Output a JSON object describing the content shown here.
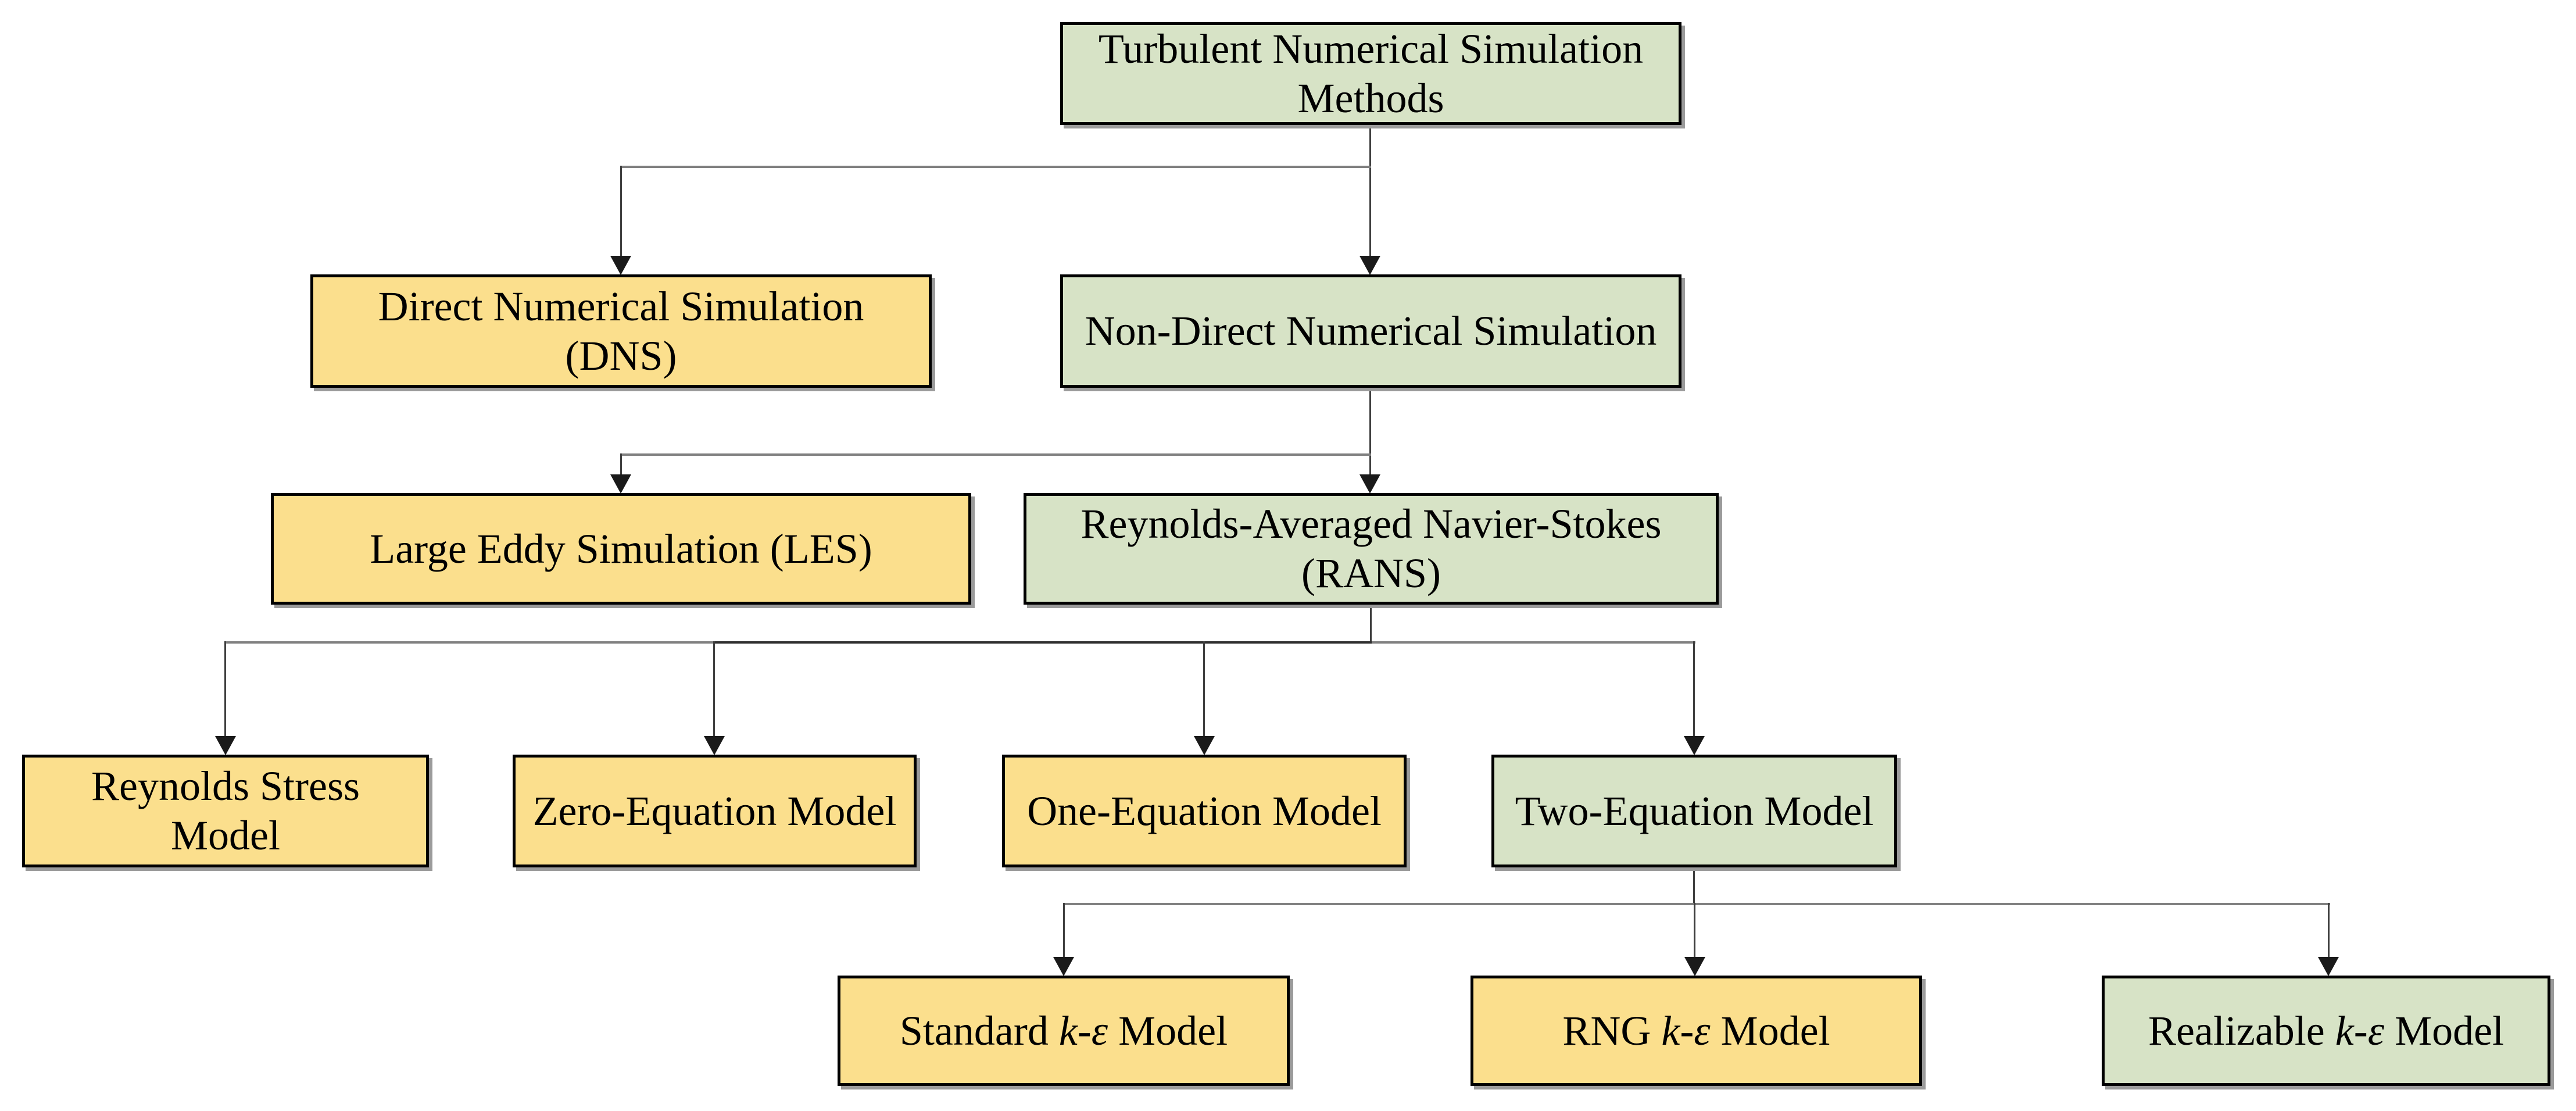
{
  "diagram": {
    "title": "Turbulent Numerical Simulation Methods flowchart",
    "palette": {
      "background": "#ffffff",
      "yellow": "#fbdf8d",
      "green": "#d7e3c6",
      "border": "#000000",
      "text": "#000000",
      "arrow": "#1a1a1a",
      "line_vertical": "#3f3f3f",
      "line_horizontal": "#808080",
      "line_overlap": "#2f2f2f"
    },
    "nodes": {
      "root": {
        "lines": [
          "Turbulent Numerical Simulation",
          "Methods"
        ],
        "color": "green"
      },
      "dns": {
        "lines": [
          "Direct Numerical Simulation",
          "(DNS)"
        ],
        "color": "yellow"
      },
      "non_direct": {
        "lines": [
          "Non-Direct Numerical Simulation"
        ],
        "color": "green"
      },
      "les": {
        "lines": [
          "Large Eddy Simulation (LES)"
        ],
        "color": "yellow"
      },
      "rans": {
        "lines": [
          "Reynolds-Averaged Navier-Stokes",
          "(RANS)"
        ],
        "color": "green"
      },
      "reynolds_stress": {
        "lines": [
          "Reynolds Stress",
          "Model"
        ],
        "color": "yellow"
      },
      "zero_equation": {
        "lines": [
          "Zero-Equation Model"
        ],
        "color": "yellow"
      },
      "one_equation": {
        "lines": [
          "One-Equation Model"
        ],
        "color": "yellow"
      },
      "two_equation": {
        "lines": [
          "Two-Equation Model"
        ],
        "color": "green"
      },
      "standard_ke": {
        "pre": "Standard ",
        "ke": "k-ε",
        "post": " Model",
        "color": "yellow"
      },
      "rng_ke": {
        "pre": "RNG ",
        "ke": "k-ε",
        "post": " Model",
        "color": "yellow"
      },
      "realizable_ke": {
        "pre": "Realizable ",
        "ke": "k-ε",
        "post": " Model",
        "color": "green"
      }
    },
    "edges": [
      {
        "from": "root",
        "to": "dns"
      },
      {
        "from": "root",
        "to": "non_direct"
      },
      {
        "from": "non_direct",
        "to": "les"
      },
      {
        "from": "non_direct",
        "to": "rans"
      },
      {
        "from": "rans",
        "to": "reynolds_stress"
      },
      {
        "from": "rans",
        "to": "zero_equation"
      },
      {
        "from": "rans",
        "to": "one_equation"
      },
      {
        "from": "rans",
        "to": "two_equation"
      },
      {
        "from": "two_equation",
        "to": "standard_ke"
      },
      {
        "from": "two_equation",
        "to": "rng_ke"
      },
      {
        "from": "two_equation",
        "to": "realizable_ke"
      }
    ]
  }
}
